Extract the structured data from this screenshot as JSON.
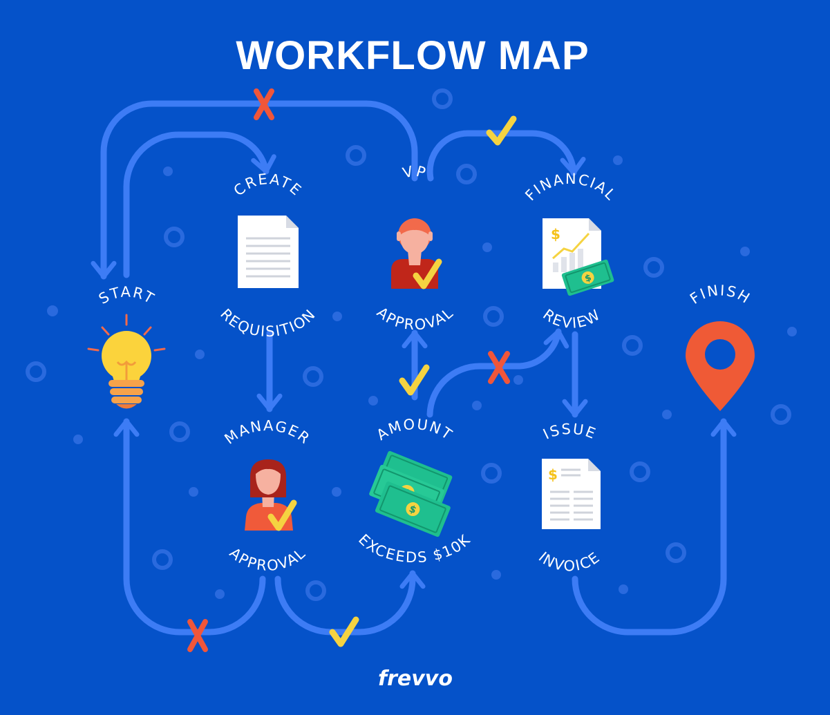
{
  "title": "WORKFLOW MAP",
  "brand": "frevvo",
  "nodes": {
    "start": {
      "label": "START"
    },
    "create": {
      "top": "CREATE",
      "bottom": "REQUISITION"
    },
    "vp": {
      "top": "VP",
      "bottom": "APPROVAL"
    },
    "financial": {
      "top": "FINANCIAL",
      "bottom": "REVIEW"
    },
    "finish": {
      "label": "FINISH"
    },
    "manager": {
      "top": "MANAGER",
      "bottom": "APPROVAL"
    },
    "amount": {
      "top": "AMOUNT",
      "bottom": "EXCEEDS $10K"
    },
    "issue": {
      "top": "ISSUE",
      "bottom": "INVOICE"
    }
  },
  "symbols": {
    "dollar": "$"
  },
  "colors": {
    "background": "#0552c9",
    "flow_line": "#3d7cf5",
    "reject_x": "#f0563a",
    "approve_check": "#f5d341",
    "pin": "#ef5a36",
    "bulb": "#fbd33c"
  },
  "icons": [
    "lightbulb-icon",
    "document-icon",
    "vp-person-icon",
    "chart-document-icon",
    "map-pin-icon",
    "manager-person-icon",
    "money-stack-icon",
    "invoice-icon",
    "check-icon",
    "x-icon"
  ]
}
